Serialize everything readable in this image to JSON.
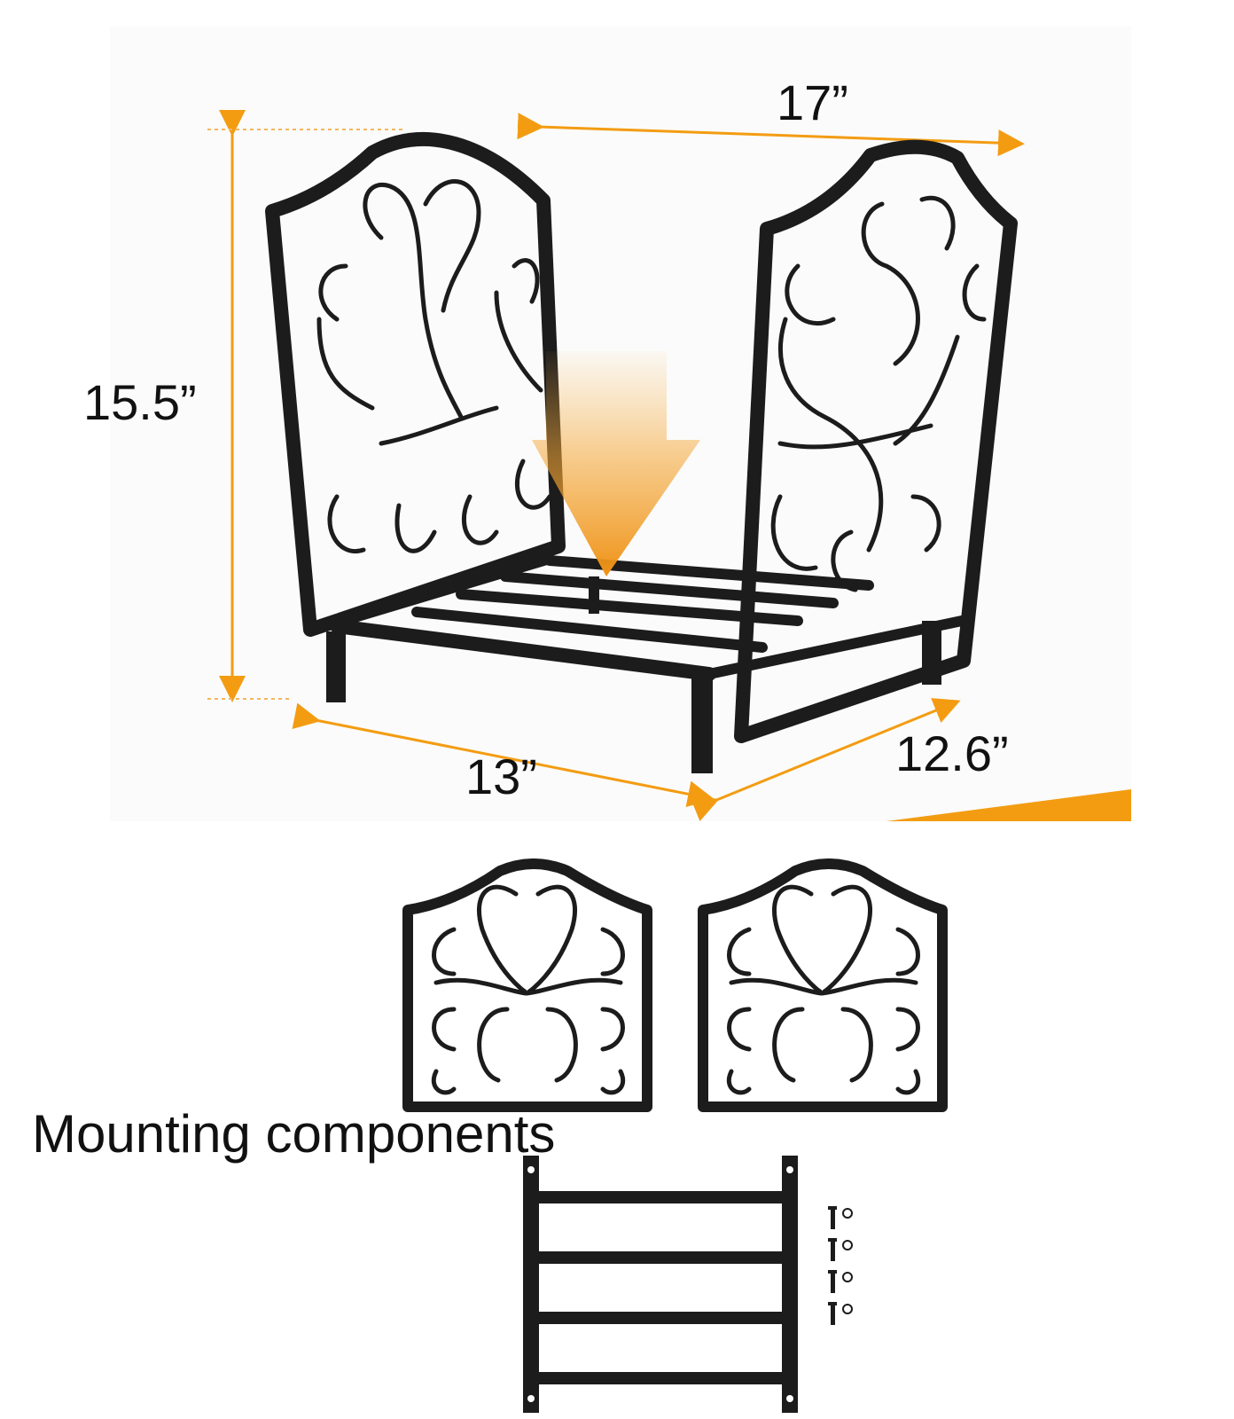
{
  "dimensions": {
    "width_top": "17”",
    "height": "15.5”",
    "depth": "12.6”",
    "front_width": "13”"
  },
  "components_label": "Mounting components",
  "colors": {
    "accent_orange": "#f39c12",
    "metal_black": "#1c1c1c",
    "background": "#ffffff"
  },
  "icons": {
    "down_arrow": "down-arrow-icon"
  }
}
